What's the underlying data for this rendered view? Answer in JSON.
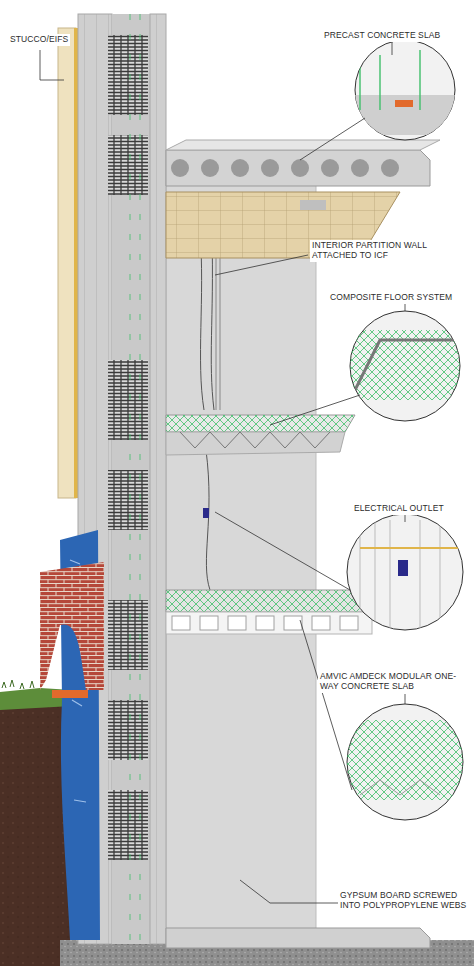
{
  "diagram": {
    "labels": [
      "STUCCO/EIFS",
      "PRECAST CONCRETE SLAB",
      "INTERIOR PARTITION WALL ATTACHED TO ICF",
      "COMPOSITE FLOOR SYSTEM",
      "ELECTRICAL OUTLET",
      "AMVIC AMDECK MODULAR ONE-WAY CONCRETE SLAB",
      "GYPSUM BOARD SCREWED INTO POLYPROPYLENE WEBS"
    ]
  }
}
